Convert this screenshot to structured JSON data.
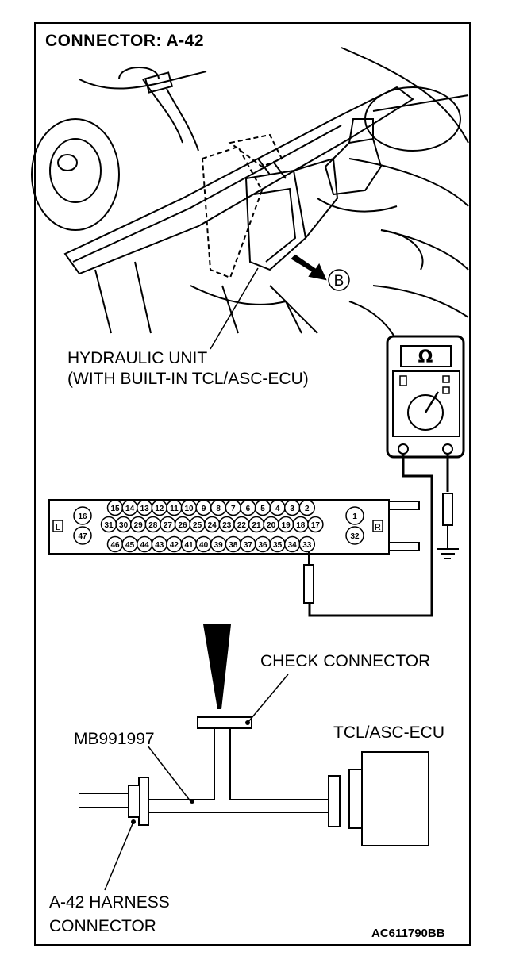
{
  "title": "CONNECTOR: A-42",
  "hydraulic_unit": {
    "line1": "HYDRAULIC UNIT",
    "line2": "(WITH BUILT-IN TCL/ASC-ECU)"
  },
  "view_marker": "B",
  "ohmmeter": {
    "symbol": "Ω"
  },
  "connector": {
    "left_label": "L",
    "right_label": "R",
    "row1_pins": [
      "15",
      "14",
      "13",
      "12",
      "11",
      "10",
      "9",
      "8",
      "7",
      "6",
      "5",
      "4",
      "3",
      "2"
    ],
    "row2_pins": [
      "31",
      "30",
      "29",
      "28",
      "27",
      "26",
      "25",
      "24",
      "23",
      "22",
      "21",
      "20",
      "19",
      "18",
      "17"
    ],
    "row3_pins": [
      "46",
      "45",
      "44",
      "43",
      "42",
      "41",
      "40",
      "39",
      "38",
      "37",
      "36",
      "35",
      "34",
      "33"
    ],
    "left_pins": [
      "16",
      "47"
    ],
    "right_pins": [
      "1",
      "32"
    ]
  },
  "check_connector_label": "CHECK CONNECTOR",
  "tool_label": "MB991997",
  "ecu_label": "TCL/ASC-ECU",
  "harness_label": {
    "line1": "A-42 HARNESS",
    "line2": "CONNECTOR"
  },
  "figure_code": "AC611790BB"
}
